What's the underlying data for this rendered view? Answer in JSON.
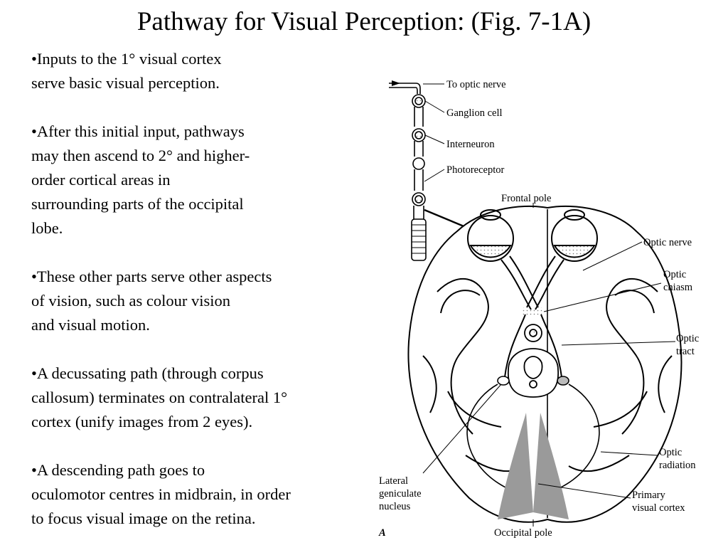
{
  "slide": {
    "title": "Pathway for Visual Perception: (Fig. 7-1A)"
  },
  "bullets": [
    {
      "lines": [
        "•Inputs to the 1°   visual cortex",
        "serve basic visual perception."
      ]
    },
    {
      "lines": [
        "•After this initial input, pathways",
        "may then ascend to 2°   and higher-",
        "order cortical areas in",
        "surrounding parts of the occipital",
        "lobe."
      ]
    },
    {
      "lines": [
        "•These other parts serve other aspects",
        "of vision, such as colour vision",
        "and visual motion."
      ]
    },
    {
      "lines": [
        "•A decussating path (through corpus",
        "callosum) terminates on contralateral 1°",
        "cortex (unify images from 2 eyes)."
      ]
    },
    {
      "lines": [
        "•A descending path goes to",
        "oculomotor centres in midbrain, in order",
        "to focus visual image on the retina."
      ]
    }
  ],
  "figure": {
    "panel_letter": "A",
    "retina_labels": {
      "to_optic_nerve": "To optic nerve",
      "ganglion_cell": "Ganglion cell",
      "interneuron": "Interneuron",
      "photoreceptor": "Photoreceptor"
    },
    "brain_labels": {
      "frontal_pole": "Frontal pole",
      "optic_nerve": "Optic nerve",
      "optic_chiasm_1": "Optic",
      "optic_chiasm_2": "chiasm",
      "optic_tract_1": "Optic",
      "optic_tract_2": "tract",
      "lateral_geniculate_1": "Lateral",
      "lateral_geniculate_2": "geniculate",
      "lateral_geniculate_3": "nucleus",
      "optic_radiation_1": "Optic",
      "optic_radiation_2": "radiation",
      "primary_visual_cortex_1": "Primary",
      "primary_visual_cortex_2": "visual cortex",
      "occipital_pole": "Occipital pole"
    },
    "colors": {
      "ink": "#000000",
      "cortex_shade": "#9a9a9a",
      "stipple": "#777777"
    }
  }
}
